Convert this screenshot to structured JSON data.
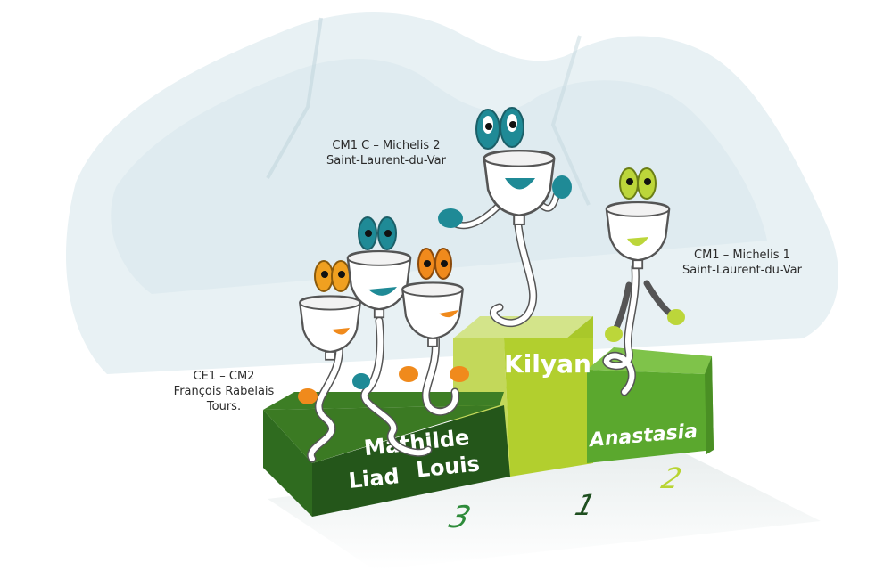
{
  "captions": {
    "third": [
      "CE1 – CM2",
      "François Rabelais",
      "Tours."
    ],
    "second_top": [
      "CM1 C – Michelis 2",
      "Saint-Laurent-du-Var"
    ],
    "first_right": [
      "CM1 – Michelis 1",
      "Saint-Laurent-du-Var"
    ]
  },
  "podium": {
    "center_name": "Kilyan",
    "right_name": "Anastasia",
    "left_names_line1": "Mathilde",
    "left_names_line2_a": "Liad",
    "left_names_line2_b": "Louis",
    "floor_numbers": {
      "left": "3",
      "center": "1",
      "right": "2"
    }
  },
  "colors": {
    "dark_green": "#2f6b1f",
    "mid_green": "#5fa831",
    "lime": "#bcd63a",
    "teal": "#1f8a96",
    "orange": "#f08a1c",
    "background_blob": "#e6f0f3"
  },
  "characters": [
    {
      "eye_color": "teal",
      "pose": "arms raised"
    },
    {
      "eye_color": "lime",
      "pose": "sitting"
    },
    {
      "eye_color": "orange",
      "pose": "sitting"
    },
    {
      "eye_color": "teal",
      "pose": "sitting"
    },
    {
      "eye_color": "orange",
      "pose": "sitting"
    }
  ]
}
